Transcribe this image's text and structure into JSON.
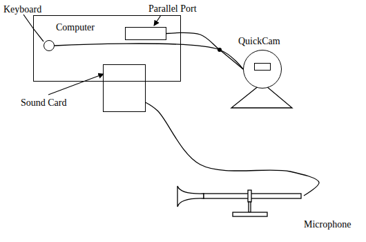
{
  "diagram": {
    "nodes": [
      {
        "text": [
          "Computer"
        ]
      },
      {
        "text": [
          "Parallel Port"
        ],
        "in": 0
      },
      {
        "text": [
          "Sound Card"
        ],
        "in": 0
      },
      {
        "text": [
          "Keyboard"
        ],
        "in": 0
      },
      {
        "text": [
          "QuickCam"
        ]
      },
      {
        "text": [
          "Microphone"
        ]
      }
    ],
    "edges": [
      {
        "from": 3,
        "to": 4,
        "arrow": "none"
      },
      {
        "from": 1,
        "to": 4,
        "arrow": "none"
      },
      {
        "from": 2,
        "to": 5,
        "arrow": "none"
      }
    ]
  }
}
